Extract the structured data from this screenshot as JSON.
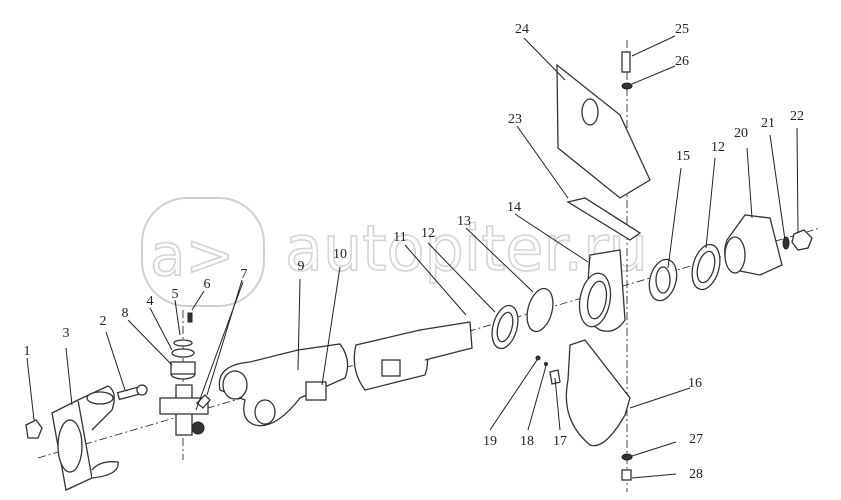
{
  "diagram": {
    "watermark": "autopiter.ru",
    "callouts": [
      {
        "id": "c1",
        "text": "1"
      },
      {
        "id": "c2",
        "text": "2"
      },
      {
        "id": "c3",
        "text": "3"
      },
      {
        "id": "c4",
        "text": "4"
      },
      {
        "id": "c5",
        "text": "5"
      },
      {
        "id": "c6",
        "text": "6"
      },
      {
        "id": "c7",
        "text": "7"
      },
      {
        "id": "c8",
        "text": "8"
      },
      {
        "id": "c9",
        "text": "9"
      },
      {
        "id": "c10",
        "text": "10"
      },
      {
        "id": "c11",
        "text": "11"
      },
      {
        "id": "c12a",
        "text": "12"
      },
      {
        "id": "c13",
        "text": "13"
      },
      {
        "id": "c14",
        "text": "14"
      },
      {
        "id": "c15",
        "text": "15"
      },
      {
        "id": "c12b",
        "text": "12"
      },
      {
        "id": "c16",
        "text": "16"
      },
      {
        "id": "c17",
        "text": "17"
      },
      {
        "id": "c18",
        "text": "18"
      },
      {
        "id": "c19",
        "text": "19"
      },
      {
        "id": "c20",
        "text": "20"
      },
      {
        "id": "c21",
        "text": "21"
      },
      {
        "id": "c22",
        "text": "22"
      },
      {
        "id": "c23",
        "text": "23"
      },
      {
        "id": "c24",
        "text": "24"
      },
      {
        "id": "c25",
        "text": "25"
      },
      {
        "id": "c26",
        "text": "26"
      },
      {
        "id": "c27",
        "text": "27"
      },
      {
        "id": "c28",
        "text": "28"
      }
    ]
  }
}
